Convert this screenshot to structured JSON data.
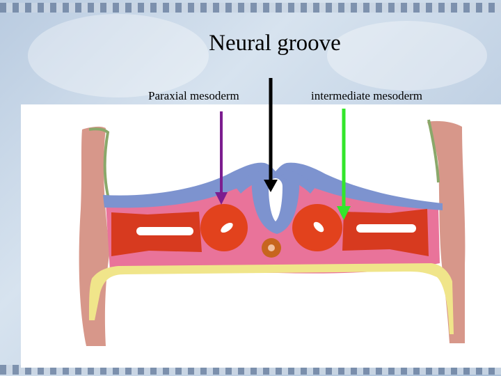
{
  "slide": {
    "title": "Neural groove",
    "labels": {
      "paraxial": "Paraxial mesoderm",
      "intermediate": "intermediate mesoderm"
    }
  },
  "colors": {
    "ectoderm_blue": "#7d93cf",
    "mesoderm_pink": "#e9739a",
    "somite_red": "#e2421d",
    "intermediate_red": "#d73a1f",
    "lateral_tan": "#d7978a",
    "endoderm_yellow": "#f0e58a",
    "notochord": "#c7651e",
    "arrow_paraxial": "#7c1d8f",
    "arrow_groove": "#000000",
    "arrow_intermediate": "#33e62b"
  },
  "icons": [
    "arrow-down-icon"
  ]
}
